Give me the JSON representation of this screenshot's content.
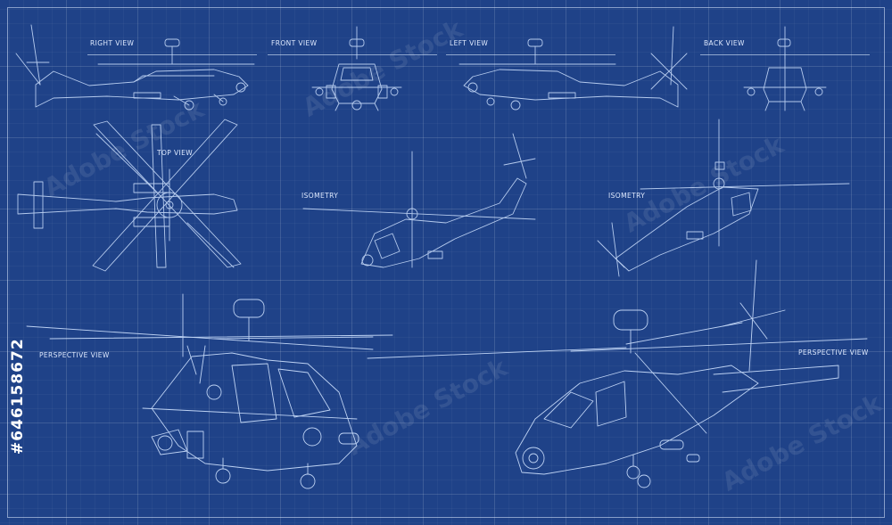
{
  "labels": {
    "right_view": "RIGHT VIEW",
    "front_view": "FRONT VIEW",
    "left_view": "LEFT VIEW",
    "back_view": "BACK VIEW",
    "top_view": "TOP VIEW",
    "isometry_1": "ISOMETRY",
    "isometry_2": "ISOMETRY",
    "perspective_left": "PERSPECTIVE VIEW",
    "perspective_right": "PERSPECTIVE VIEW"
  },
  "stock_id": "#646158672",
  "watermark": "Adobe Stock",
  "colors": {
    "background": "#1f4288",
    "line": "#cfe2ff",
    "text": "#dfeaff"
  }
}
